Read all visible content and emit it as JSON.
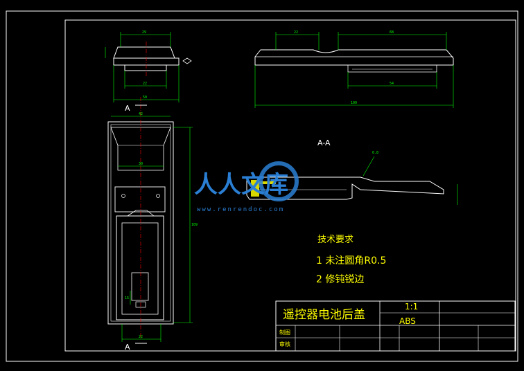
{
  "title_block": {
    "part_name": "遥控器电池后盖",
    "scale": "1:1",
    "material": "ABS",
    "drawn_by_label": "制图",
    "checked_by_label": "审核"
  },
  "section": {
    "label": "A-A",
    "view_marker_top": "A",
    "view_marker_bottom": "A"
  },
  "tech_requirements": {
    "heading": "技术要求",
    "items": [
      "1 未注圆角R0.5",
      "2 修钝锐边"
    ]
  },
  "watermark": {
    "brand": "人人文库",
    "url": "www.renrendoc.com"
  },
  "dimensions": {
    "top_width": "29",
    "top_inner": "22",
    "top_overall": "50",
    "side_a": "22",
    "side_b": "68",
    "side_c": "54",
    "side_d": "109",
    "front_top": "42",
    "front_mid": "30",
    "front_height": "109",
    "front_small": "15",
    "front_bottom": "22",
    "detail": "0.8"
  },
  "colors": {
    "background": "#000000",
    "border": "#ffffff",
    "outline": "#ffffff",
    "dimension": "#00ff00",
    "centerline": "#ff0000",
    "section_fill": "#ffff00",
    "text": "#ffff00",
    "watermark_blue": "#2a7fd4"
  }
}
